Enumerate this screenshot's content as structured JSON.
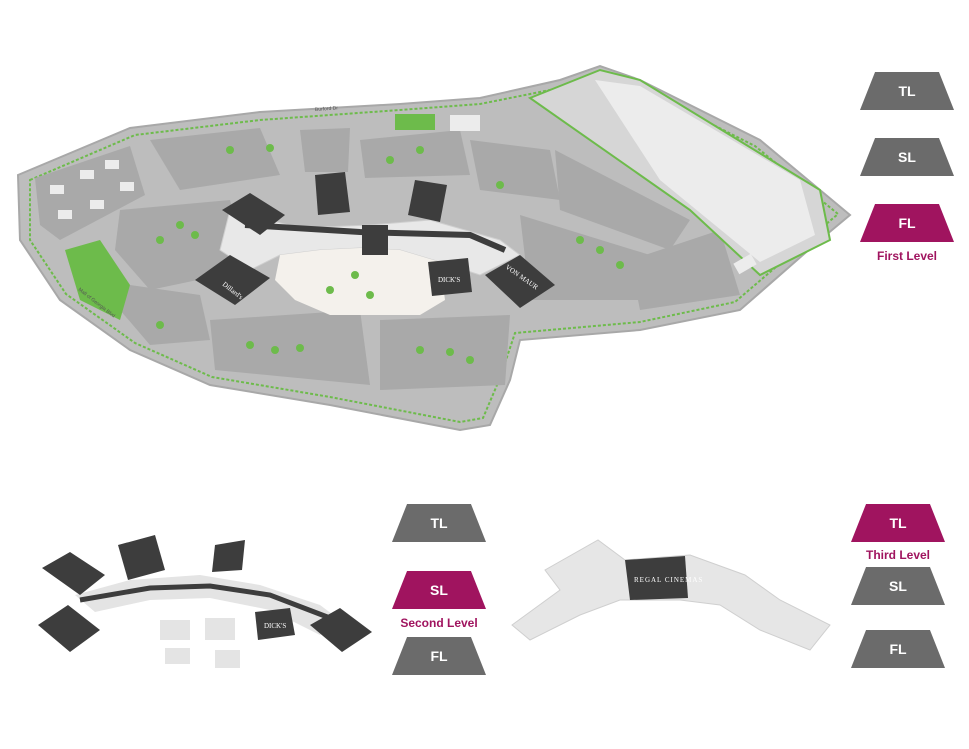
{
  "level_selectors": [
    {
      "id": "first",
      "buttons": [
        {
          "code": "TL",
          "active": false
        },
        {
          "code": "SL",
          "active": false
        },
        {
          "code": "FL",
          "active": true
        }
      ],
      "caption": "First Level"
    },
    {
      "id": "second",
      "buttons": [
        {
          "code": "TL",
          "active": false
        },
        {
          "code": "SL",
          "active": true
        },
        {
          "code": "FL",
          "active": false
        }
      ],
      "caption": "Second Level"
    },
    {
      "id": "third",
      "buttons": [
        {
          "code": "TL",
          "active": true
        },
        {
          "code": "SL",
          "active": false
        },
        {
          "code": "FL",
          "active": false
        }
      ],
      "caption": "Third Level"
    }
  ],
  "map_labels": {
    "road_north": "Burford Dr",
    "road_west": "Mall of Georgia Blvd",
    "store_dillards": "Dillard's",
    "store_dicks": "DICK'S",
    "store_von_maur": "VON MAUR",
    "cinema": "REGAL CINEMAS"
  },
  "colors": {
    "active": "#a0145f",
    "inactive": "#6b6b6b",
    "ground": "#bdbdbd",
    "building": "#3d3d3d",
    "tree": "#6dbb4b"
  }
}
